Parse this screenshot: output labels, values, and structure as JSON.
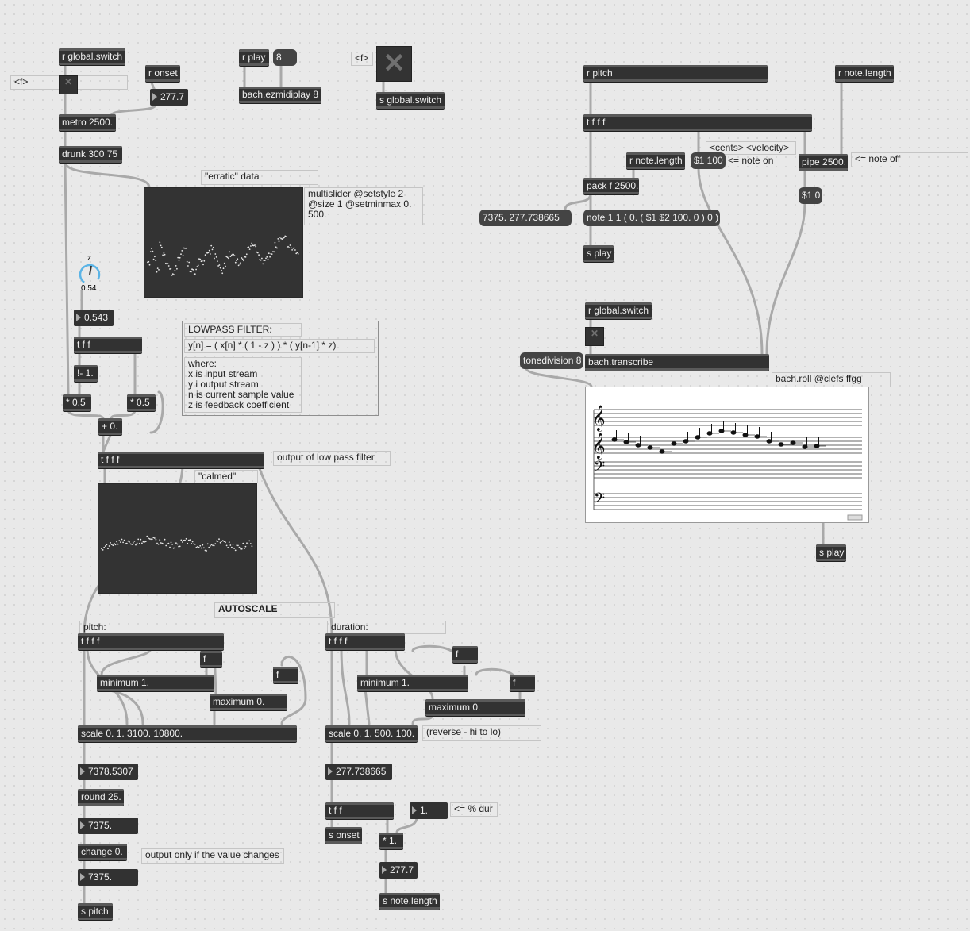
{
  "objects": {
    "r_global_switch_1": "r global.switch",
    "f_label_1": "<f>",
    "r_onset": "r onset",
    "onset_number": "277.7",
    "metro": "metro 2500.",
    "drunk": "drunk 300 75",
    "r_play": "r play",
    "play_number": "8",
    "ezmidiplay": "bach.ezmidiplay 8",
    "f_label_2": "<f>",
    "s_global_switch": "s global.switch",
    "erratic_label": "\"erratic\" data",
    "multislider_comment": "multislider @setstyle 2\n@size 1 @setminmax 0.\n500.",
    "dial_label": "z",
    "dial_value": "0.54",
    "z_number": "0.543",
    "t_ff": "t f f",
    "rminus": "!- 1.",
    "times_a": "* 0.5",
    "times_b": "* 0.5",
    "plus": "+ 0.",
    "lowpass_title": "LOWPASS FILTER:",
    "lowpass_formula": "y[n] = ( x[n] * ( 1 - z ) ) * ( y[n-1] * z)",
    "lowpass_where": "where:\nx is input stream\ny i output stream\nn is current sample value\nz is feedback coefficient",
    "t_fff_main": "t f f f",
    "lowpass_output_comment": "output of low pass filter",
    "calmed_label": "\"calmed\" data",
    "autoscale": "AUTOSCALE",
    "pitch_label": "pitch:",
    "duration_label": "duration:",
    "t_fff_pitch": "t f f f",
    "f_p1": "f",
    "f_p2": "f",
    "min_p": "minimum 1.",
    "max_p": "maximum 0.",
    "scale_p": "scale 0. 1. 3100. 10800.",
    "t_fff_dur": "t f f f",
    "f_d1": "f",
    "f_d2": "f",
    "min_d": "minimum 1.",
    "max_d": "maximum 0.",
    "scale_d": "scale 0. 1. 500. 100.",
    "reverse_comment": "(reverse - hi to lo)",
    "pitch_num_1": "7378.5307",
    "round": "round 25.",
    "pitch_num_2": "7375.",
    "change": "change 0.",
    "change_comment": "output only if the value changes",
    "pitch_num_3": "7375.",
    "s_pitch": "s pitch",
    "dur_num_1": "277.738665",
    "t_ff_dur": "t f f",
    "dur_pct_num": "1.",
    "dur_pct_comment": "<= % dur",
    "s_onset": "s onset",
    "times_1": "* 1.",
    "dur_num_2": "277.7",
    "s_note_length": "s note.length",
    "r_pitch": "r pitch",
    "r_note_length_1": "r note.length",
    "t_fff_right": "t f f f",
    "cents_velocity": "<cents> <velocity>",
    "r_note_length_2": "r note.length",
    "msg_100": "$1 100",
    "note_on": "<= note on",
    "pipe": "pipe 2500.",
    "note_off": "<= note off",
    "pack": "pack f 2500.",
    "msg_0": "$1 0",
    "pitch_dur_msg": "7375. 277.738665",
    "note_msg": "note 1 1 ( 0. ( $1 $2 100. 0 ) 0 )",
    "s_play_1": "s play",
    "r_global_switch_2": "r global.switch",
    "tonedivision": "tonedivision 8",
    "transcribe": "bach.transcribe",
    "roll_comment": "bach.roll @clefs ffgg",
    "s_play_2": "s play"
  },
  "multislider_erratic": {
    "min": 0,
    "max": 500,
    "values": [
      150,
      210,
      180,
      120,
      240,
      200,
      160,
      140,
      110,
      130,
      170,
      205,
      230,
      150,
      125,
      115,
      140,
      175,
      160,
      195,
      210,
      230,
      185,
      150,
      120,
      140,
      170,
      200,
      185,
      160,
      145,
      170,
      190,
      215,
      240,
      225,
      200,
      180,
      160,
      175,
      190,
      210,
      235,
      260,
      280,
      265,
      240,
      225,
      210,
      200
    ]
  },
  "multislider_calmed": {
    "min": 0,
    "max": 500,
    "values": [
      210,
      215,
      222,
      228,
      232,
      240,
      236,
      230,
      226,
      232,
      240,
      246,
      252,
      248,
      240,
      236,
      232,
      226,
      220,
      216,
      224,
      230,
      238,
      232,
      226,
      220,
      214,
      208,
      214,
      220,
      228,
      234,
      228,
      222,
      216,
      210,
      206,
      214,
      220,
      226
    ]
  },
  "colors": {
    "accent": "#5bb4e6",
    "object_bg": "#323232",
    "patch_bg": "#e9e9e9"
  }
}
